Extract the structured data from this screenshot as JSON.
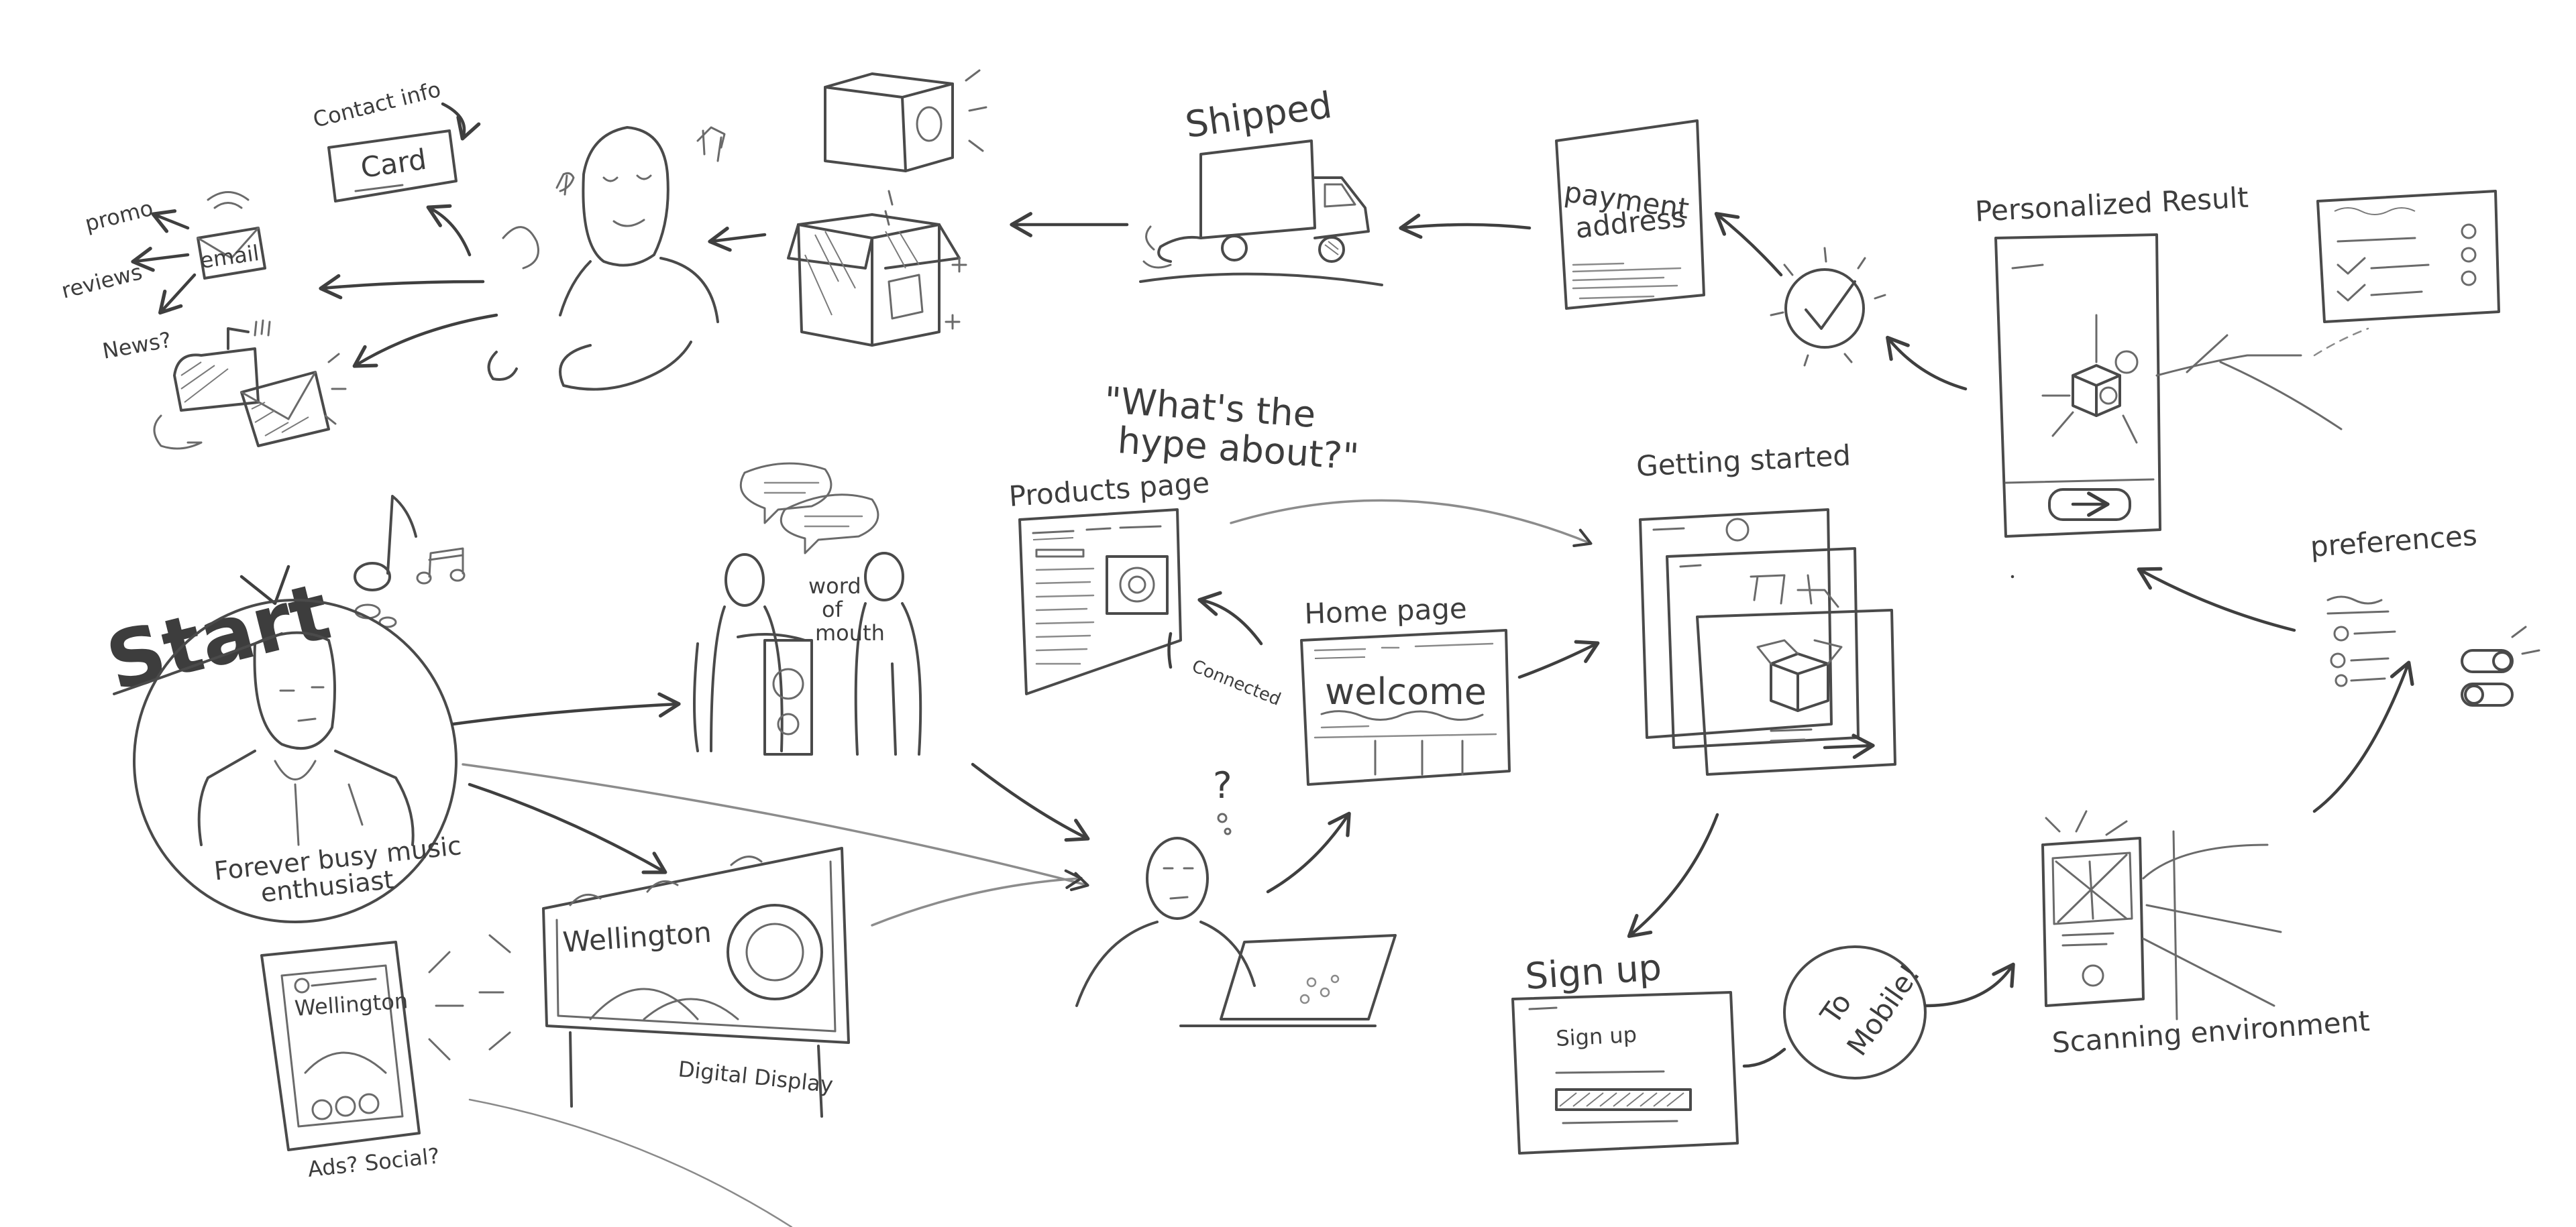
{
  "labels": {
    "start": "Start",
    "persona_line1": "Forever busy music",
    "persona_line2": "enthusiast",
    "contact_info": "Contact info",
    "card": "Card",
    "promo": "promo",
    "reviews": "reviews",
    "news": "News?",
    "email": "email",
    "shipped": "Shipped",
    "payment_line1": "payment",
    "payment_line2": "address",
    "personalized_result": "Personalized Result",
    "whats_the_hype_line1": "\"What's the",
    "whats_the_hype_line2": "hype about?\"",
    "products_page": "Products page",
    "word_line1": "word",
    "word_line2": "of",
    "word_line3": "mouth",
    "getting_started": "Getting started",
    "preferences": "preferences",
    "home_page": "Home page",
    "welcome": "welcome",
    "connected": "Connected",
    "question_mark": "?",
    "billboard_brand": "Wellington",
    "digital_display": "Digital Display",
    "phone_brand": "Wellington",
    "ads_social": "Ads? Social?",
    "sign_up_title": "Sign up",
    "sign_up_button": "Sign up",
    "to_mobile_line1": "To",
    "to_mobile_line2": "Mobile!",
    "scanning_environment": "Scanning environment"
  },
  "colors": {
    "background": "#ffffff",
    "pencil": "#4a4a4a"
  }
}
